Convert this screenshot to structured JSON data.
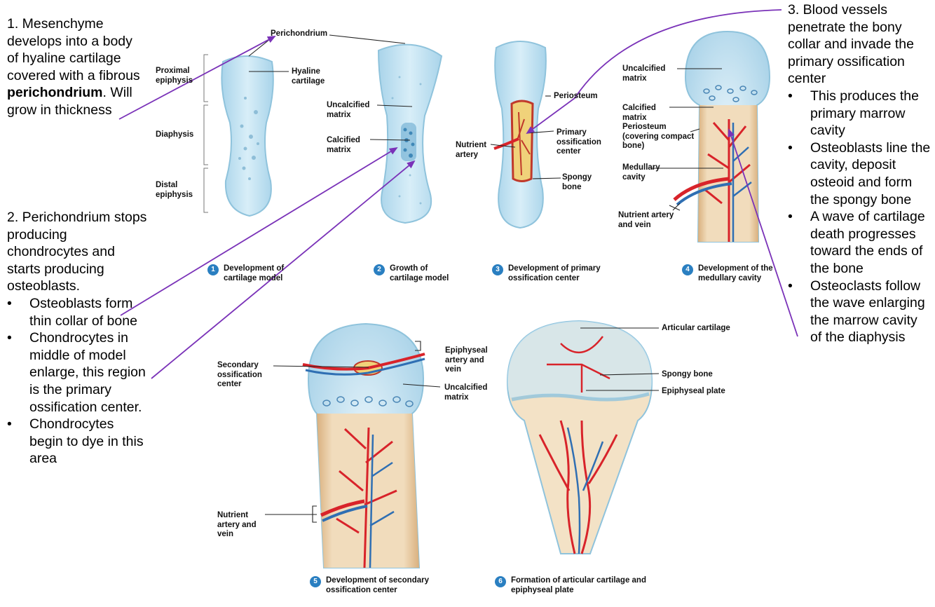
{
  "notes": {
    "note1": {
      "text_before": "1. Mesenchyme develops into a body of hyaline cartilage covered with a fibrous ",
      "bold": "perichondrium",
      "text_after": ". Will grow in thickness"
    },
    "note2": {
      "intro": "2. Perichondrium stops producing chondrocytes and starts producing osteoblasts.",
      "bullets": [
        "Osteoblasts form thin collar of bone",
        "Chondrocytes in middle of model enlarge, this region is the primary ossification center.",
        "Chondrocytes begin to dye in this area"
      ]
    },
    "note3": {
      "intro": "3. Blood vessels penetrate the bony collar and invade the primary ossification center",
      "bullets": [
        "This produces the primary marrow cavity",
        "Osteoblasts line the cavity, deposit osteoid and form the spongy bone",
        "A wave of cartilage death progresses toward the ends of the bone",
        "Osteoclasts follow the wave enlarging the marrow cavity of the diaphysis"
      ]
    }
  },
  "labels": {
    "perichondrium": "Perichondrium",
    "proximal_epiphysis": "Proximal epiphysis",
    "hyaline_cartilage": "Hyaline cartilage",
    "diaphysis": "Diaphysis",
    "distal_epiphysis": "Distal epiphysis",
    "uncalcified_matrix_2": "Uncalcified matrix",
    "calcified_matrix_2": "Calcified matrix",
    "periosteum_3": "Periosteum",
    "primary_ossification_center": "Primary ossification center",
    "nutrient_artery": "Nutrient artery",
    "spongy_bone_3": "Spongy bone",
    "uncalcified_matrix_4": "Uncalcified matrix",
    "calcified_matrix_4": "Calcified matrix",
    "periosteum_4": "Periosteum (covering compact bone)",
    "medullary_cavity": "Medullary cavity",
    "nutrient_artery_vein_4": "Nutrient artery and vein",
    "secondary_ossification_center": "Secondary ossification center",
    "epiphyseal_artery_vein": "Epiphyseal artery and vein",
    "uncalcified_matrix_5": "Uncalcified matrix",
    "nutrient_artery_vein_5": "Nutrient artery and vein",
    "articular_cartilage": "Articular cartilage",
    "spongy_bone_6": "Spongy bone",
    "epiphyseal_plate": "Epiphyseal plate"
  },
  "captions": [
    {
      "num": "1",
      "text": "Development of cartilage model"
    },
    {
      "num": "2",
      "text": "Growth of cartilage model"
    },
    {
      "num": "3",
      "text": "Development of primary ossification center"
    },
    {
      "num": "4",
      "text": "Development of the medullary cavity"
    },
    {
      "num": "5",
      "text": "Development of secondary ossification center"
    },
    {
      "num": "6",
      "text": "Formation of articular cartilage and epiphyseal plate"
    }
  ],
  "colors": {
    "cartilage": "#bfe0f0",
    "cartilage_edge": "#8fc3dc",
    "bone": "#e8c9a0",
    "artery": "#d8232a",
    "vein": "#2f6fb3",
    "arrow": "#7a32b8",
    "badge": "#2a7fc1"
  }
}
